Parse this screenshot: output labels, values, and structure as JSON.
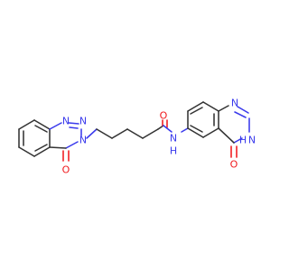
{
  "colors": {
    "carbon_bond": "#333333",
    "nitrogen": "#3a3aec",
    "oxygen": "#f0191d",
    "background": "#ffffff"
  },
  "atoms": {
    "triazine_n1": "N",
    "triazine_n2": "N",
    "triazine_n3": "N",
    "ketone_o1": "O",
    "amide_o": "O",
    "amide_nh": "N",
    "amide_h": "H",
    "quinaz_n1": "N",
    "quinaz_n3": "N",
    "quinaz_h": "H",
    "ketone_o2": "O"
  }
}
